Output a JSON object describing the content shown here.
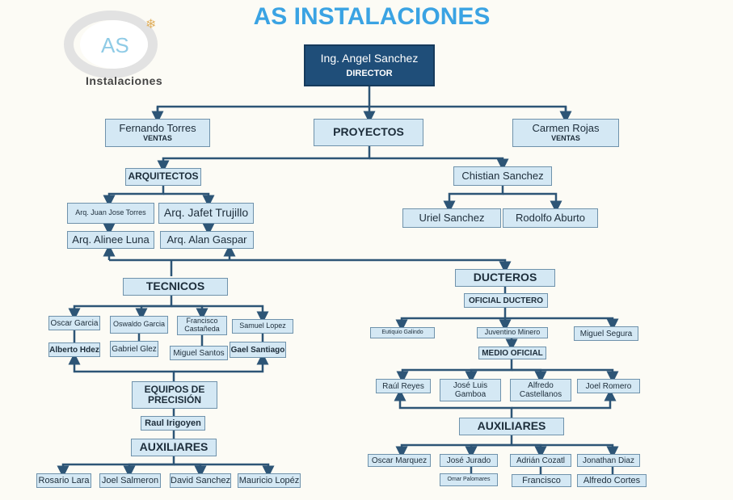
{
  "title": "AS INSTALACIONES",
  "logo": {
    "text": "Instalaciones",
    "mark": "AS"
  },
  "director": {
    "name": "Ing. Angel Sanchez",
    "role": "DIRECTOR"
  },
  "level2": {
    "fernando": {
      "name": "Fernando Torres",
      "role": "VENTAS"
    },
    "proyectos": "PROYECTOS",
    "carmen": {
      "name": "Carmen Rojas",
      "role": "VENTAS"
    }
  },
  "arquitectos": {
    "label": "ARQUITECTOS",
    "members": [
      "Arq. Juan Jose Torres",
      "Arq. Jafet Trujillo",
      "Arq. Alinee Luna",
      "Arq. Alan Gaspar"
    ]
  },
  "chistian": {
    "name": "Chistian Sanchez",
    "members": [
      "Uriel Sanchez",
      "Rodolfo Aburto"
    ]
  },
  "tecnicos": {
    "label": "TECNICOS",
    "members": [
      "Oscar Garcia",
      "Oswaldo Garcia",
      "Francisco Castañeda",
      "Samuel Lopez",
      "Alberto Hdez",
      "Gabriel Glez",
      "Miguel Santos",
      "Gael Santiago"
    ]
  },
  "equipos": {
    "label": "EQUIPOS DE PRECISIÓN",
    "lead": "Raul Irigoyen"
  },
  "aux_left": {
    "label": "AUXILIARES",
    "members": [
      "Rosario Lara",
      "Joel Salmeron",
      "David Sanchez",
      "Mauricio Lopéz"
    ]
  },
  "ducteros": {
    "label": "DUCTEROS",
    "oficial": "OFICIAL DUCTERO",
    "members": [
      "Eutiquio Galindo",
      "Juventino Minero",
      "Miguel Segura"
    ]
  },
  "medio": {
    "label": "MEDIO OFICIAL",
    "members": [
      "Raúl Reyes",
      "José Luis Gamboa",
      "Alfredo Castellanos",
      "Joel Romero"
    ]
  },
  "aux_right": {
    "label": "AUXILIARES",
    "members": [
      "Oscar Marquez",
      "José Jurado",
      "Adrián Cozatl",
      "Jonathan Diaz",
      "Omar Palomares",
      "Francisco",
      "Alfredo Cortes"
    ]
  },
  "colors": {
    "title": "#3aa3e3",
    "box": "#d4e8f4",
    "director": "#1f4e79",
    "line": "#2d5576"
  }
}
